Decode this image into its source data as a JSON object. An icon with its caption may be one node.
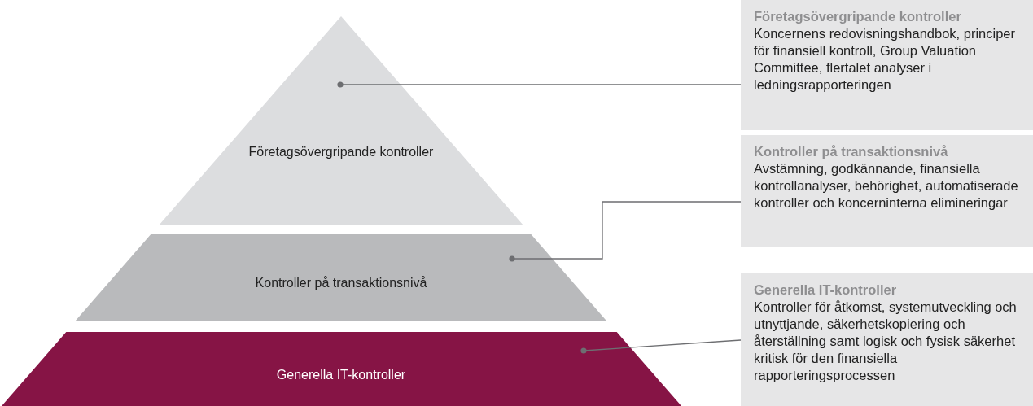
{
  "diagram": {
    "nodes": [
      {
        "text": [
          "Företagsövergripande kontroller"
        ]
      },
      {
        "text": [
          "Kontroller på transaktionsnivå"
        ]
      },
      {
        "text": [
          "Generella IT-kontroller"
        ]
      },
      {
        "text": [
          "Företagsövergripande kontroller",
          "Koncernens redovisningshandbok, principer för finansiell kontroll, Group Valuation Committee, flertalet analyser i ledningsrapporteringen"
        ]
      },
      {
        "text": [
          "Kontroller på transaktionsnivå",
          "Avstämning, godkännande, finansiella kontrollanalyser, behörighet, automatiserade kontroller och koncerninterna elimineringar"
        ]
      },
      {
        "text": [
          "Generella IT-kontroller",
          "Kontroller för åtkomst, systemutveckling och utnyttjande, säkerhetskopiering och återställning samt logisk och fysisk säkerhet kritisk för den finansiella rapporteringsprocessen"
        ]
      }
    ],
    "edges": [
      {
        "from": 3,
        "to": 0,
        "arrow": "other"
      },
      {
        "from": 4,
        "to": 1,
        "arrow": "other"
      },
      {
        "from": 5,
        "to": 2,
        "arrow": "other"
      }
    ]
  }
}
